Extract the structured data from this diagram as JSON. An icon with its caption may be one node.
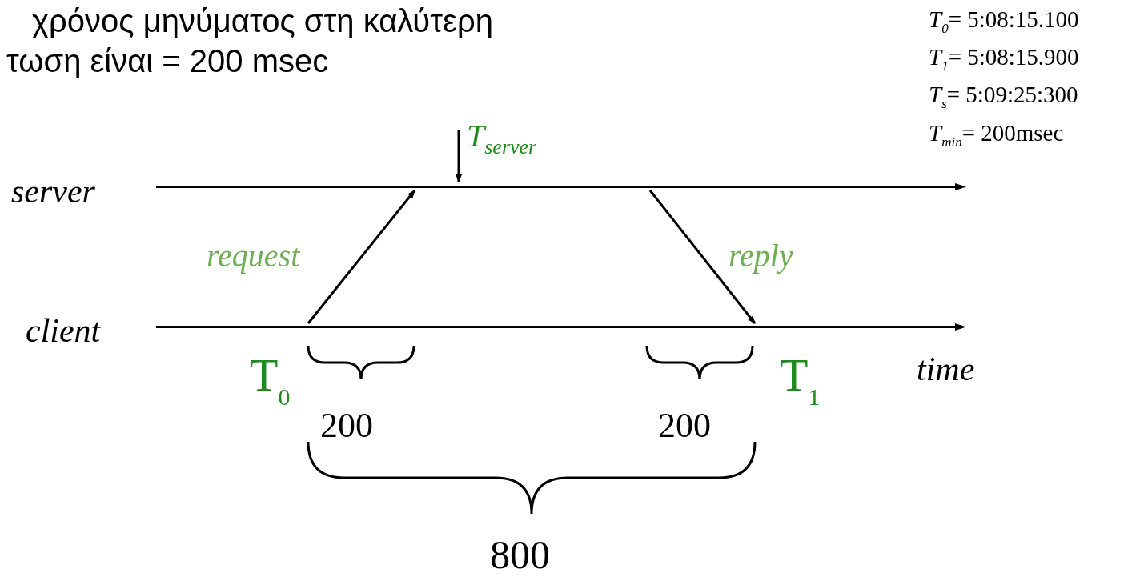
{
  "diagram": {
    "nodes": [
      {
        "text": [],
        "shape": "bar"
      },
      {
        "text": [],
        "shape": "bar"
      },
      {
        "text": [
          "T$_{server}$"
        ]
      }
    ],
    "edges": [
      {
        "from": 1,
        "to": 0,
        "arrow": "to",
        "label": "request"
      },
      {
        "from": 0,
        "to": 1,
        "arrow": "to",
        "label": "reply"
      },
      {
        "from": 2,
        "to": 0,
        "arrow": "to"
      }
    ],
    "labels": [
      "χρόνος μηνύματος στη καλύτερη",
      "τωση είναι = 200 msec",
      "T$_{0}$= 5:08:15.100",
      "T$_{1}$= 5:08:15.900",
      "T$_{s}$= 5:09:25:300",
      "T$_{min}$= 200msec",
      "server",
      "client",
      "T$_{0}$",
      "T$_{1}$",
      "time",
      "200",
      "200",
      "800"
    ]
  }
}
